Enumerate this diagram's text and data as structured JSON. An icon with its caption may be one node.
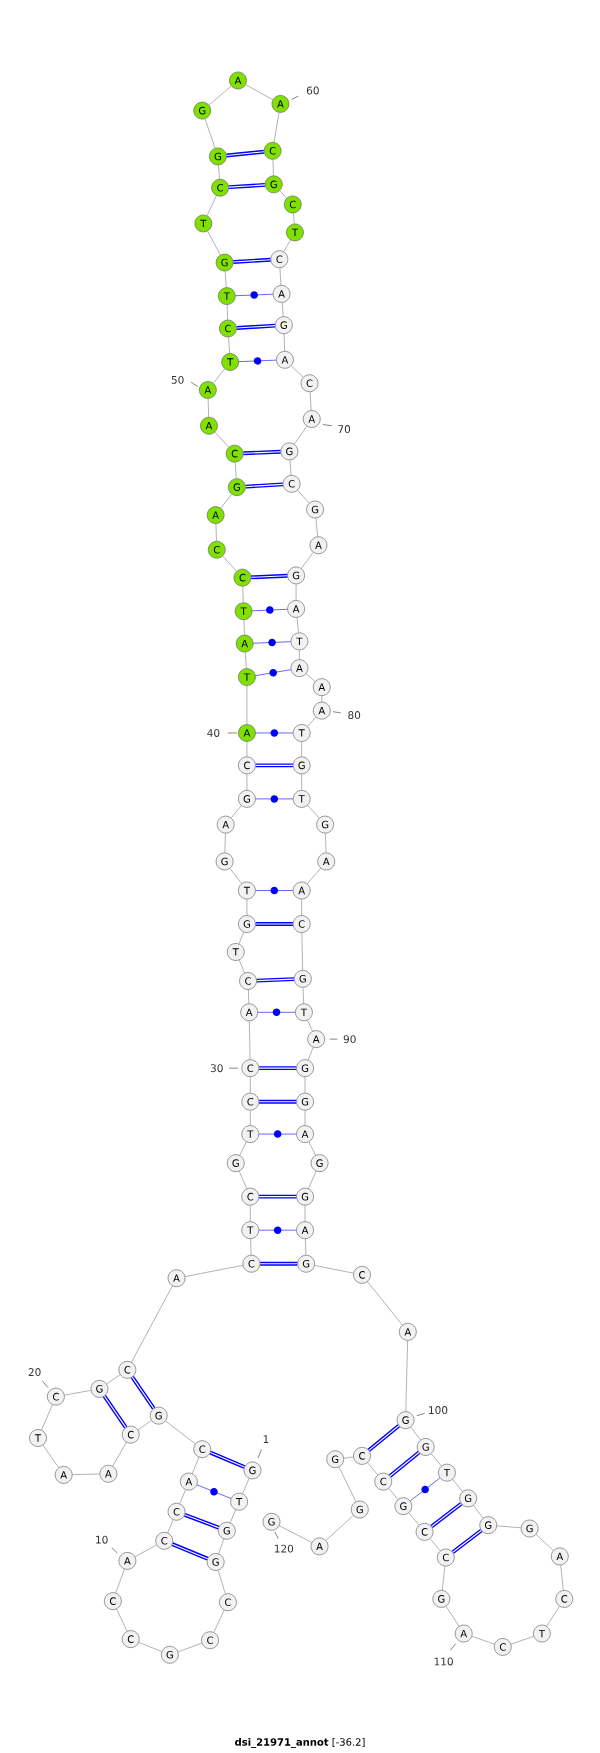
{
  "diagram": {
    "caption": "**dsi_21971_annot** [-36.2]",
    "nodes": [
      {
        "text": [
          "G"
        ],
        "beside": [
          "1"
        ]
      },
      {
        "text": [
          "T"
        ]
      },
      {
        "text": [
          "G"
        ]
      },
      {
        "text": [
          "G"
        ]
      },
      {
        "text": [
          "C"
        ]
      },
      {
        "text": [
          "C"
        ]
      },
      {
        "text": [
          "G"
        ]
      },
      {
        "text": [
          "C"
        ]
      },
      {
        "text": [
          "C"
        ]
      },
      {
        "text": [
          "A"
        ],
        "beside": [
          "10"
        ]
      },
      {
        "text": [
          "C"
        ]
      },
      {
        "text": [
          "C"
        ]
      },
      {
        "text": [
          "A"
        ]
      },
      {
        "text": [
          "C"
        ]
      },
      {
        "text": [
          "G"
        ]
      },
      {
        "text": [
          "C"
        ]
      },
      {
        "text": [
          "A"
        ]
      },
      {
        "text": [
          "A"
        ]
      },
      {
        "text": [
          "T"
        ]
      },
      {
        "text": [
          "C"
        ],
        "beside": [
          "20"
        ]
      },
      {
        "text": [
          "G"
        ]
      },
      {
        "text": [
          "C"
        ]
      },
      {
        "text": [
          "A"
        ]
      },
      {
        "text": [
          "C"
        ]
      },
      {
        "text": [
          "T"
        ]
      },
      {
        "text": [
          "C"
        ]
      },
      {
        "text": [
          "G"
        ]
      },
      {
        "text": [
          "T"
        ]
      },
      {
        "text": [
          "C"
        ]
      },
      {
        "text": [
          "C"
        ],
        "beside": [
          "30"
        ]
      },
      {
        "text": [
          "A"
        ]
      },
      {
        "text": [
          "C"
        ]
      },
      {
        "text": [
          "T"
        ]
      },
      {
        "text": [
          "G"
        ]
      },
      {
        "text": [
          "T"
        ]
      },
      {
        "text": [
          "G"
        ]
      },
      {
        "text": [
          "A"
        ]
      },
      {
        "text": [
          "G"
        ]
      },
      {
        "text": [
          "C"
        ]
      },
      {
        "text": [
          "A"
        ],
        "beside": [
          "40"
        ]
      },
      {
        "text": [
          "T"
        ]
      },
      {
        "text": [
          "A"
        ]
      },
      {
        "text": [
          "T"
        ]
      },
      {
        "text": [
          "C"
        ]
      },
      {
        "text": [
          "C"
        ]
      },
      {
        "text": [
          "A"
        ]
      },
      {
        "text": [
          "G"
        ]
      },
      {
        "text": [
          "C"
        ]
      },
      {
        "text": [
          "A"
        ]
      },
      {
        "text": [
          "A"
        ],
        "beside": [
          "50"
        ]
      },
      {
        "text": [
          "T"
        ]
      },
      {
        "text": [
          "C"
        ]
      },
      {
        "text": [
          "T"
        ]
      },
      {
        "text": [
          "G"
        ]
      },
      {
        "text": [
          "T"
        ]
      },
      {
        "text": [
          "C"
        ]
      },
      {
        "text": [
          "G"
        ]
      },
      {
        "text": [
          "G"
        ]
      },
      {
        "text": [
          "A"
        ]
      },
      {
        "text": [
          "A"
        ],
        "beside": [
          "60"
        ]
      },
      {
        "text": [
          "C"
        ]
      },
      {
        "text": [
          "G"
        ]
      },
      {
        "text": [
          "C"
        ]
      },
      {
        "text": [
          "T"
        ]
      },
      {
        "text": [
          "C"
        ]
      },
      {
        "text": [
          "A"
        ]
      },
      {
        "text": [
          "G"
        ]
      },
      {
        "text": [
          "A"
        ]
      },
      {
        "text": [
          "C"
        ]
      },
      {
        "text": [
          "A"
        ],
        "beside": [
          "70"
        ]
      },
      {
        "text": [
          "G"
        ]
      },
      {
        "text": [
          "C"
        ]
      },
      {
        "text": [
          "G"
        ]
      },
      {
        "text": [
          "A"
        ]
      },
      {
        "text": [
          "G"
        ]
      },
      {
        "text": [
          "A"
        ]
      },
      {
        "text": [
          "T"
        ]
      },
      {
        "text": [
          "A"
        ]
      },
      {
        "text": [
          "A"
        ]
      },
      {
        "text": [
          "A"
        ],
        "beside": [
          "80"
        ]
      },
      {
        "text": [
          "T"
        ]
      },
      {
        "text": [
          "G"
        ]
      },
      {
        "text": [
          "T"
        ]
      },
      {
        "text": [
          "G"
        ]
      },
      {
        "text": [
          "A"
        ]
      },
      {
        "text": [
          "A"
        ]
      },
      {
        "text": [
          "C"
        ]
      },
      {
        "text": [
          "G"
        ]
      },
      {
        "text": [
          "T"
        ]
      },
      {
        "text": [
          "A"
        ],
        "beside": [
          "90"
        ]
      },
      {
        "text": [
          "G"
        ]
      },
      {
        "text": [
          "G"
        ]
      },
      {
        "text": [
          "A"
        ]
      },
      {
        "text": [
          "G"
        ]
      },
      {
        "text": [
          "G"
        ]
      },
      {
        "text": [
          "A"
        ]
      },
      {
        "text": [
          "G"
        ]
      },
      {
        "text": [
          "C"
        ]
      },
      {
        "text": [
          "A"
        ]
      },
      {
        "text": [
          "G"
        ],
        "beside": [
          "100"
        ]
      },
      {
        "text": [
          "G"
        ]
      },
      {
        "text": [
          "T"
        ]
      },
      {
        "text": [
          "G"
        ]
      },
      {
        "text": [
          "G"
        ]
      },
      {
        "text": [
          "G"
        ]
      },
      {
        "text": [
          "A"
        ]
      },
      {
        "text": [
          "C"
        ]
      },
      {
        "text": [
          "T"
        ]
      },
      {
        "text": [
          "C"
        ]
      },
      {
        "text": [
          "A"
        ],
        "beside": [
          "110"
        ]
      },
      {
        "text": [
          "G"
        ]
      },
      {
        "text": [
          "C"
        ]
      },
      {
        "text": [
          "C"
        ]
      },
      {
        "text": [
          "G"
        ]
      },
      {
        "text": [
          "C"
        ]
      },
      {
        "text": [
          "C"
        ]
      },
      {
        "text": [
          "G"
        ]
      },
      {
        "text": [
          "G"
        ]
      },
      {
        "text": [
          "A"
        ]
      },
      {
        "text": [
          "G"
        ],
        "beside": [
          "120"
        ]
      }
    ],
    "edges": [
      {
        "from": 0,
        "to": 1,
        "arrow": "none"
      },
      {
        "from": 1,
        "to": 2,
        "arrow": "none"
      },
      {
        "from": 2,
        "to": 3,
        "arrow": "none"
      },
      {
        "from": 3,
        "to": 4,
        "arrow": "none"
      },
      {
        "from": 4,
        "to": 5,
        "arrow": "none"
      },
      {
        "from": 5,
        "to": 6,
        "arrow": "none"
      },
      {
        "from": 6,
        "to": 7,
        "arrow": "none"
      },
      {
        "from": 7,
        "to": 8,
        "arrow": "none"
      },
      {
        "from": 8,
        "to": 9,
        "arrow": "none"
      },
      {
        "from": 9,
        "to": 10,
        "arrow": "none"
      },
      {
        "from": 10,
        "to": 11,
        "arrow": "none"
      },
      {
        "from": 11,
        "to": 12,
        "arrow": "none"
      },
      {
        "from": 12,
        "to": 13,
        "arrow": "none"
      },
      {
        "from": 13,
        "to": 14,
        "arrow": "none"
      },
      {
        "from": 14,
        "to": 15,
        "arrow": "none"
      },
      {
        "from": 15,
        "to": 16,
        "arrow": "none"
      },
      {
        "from": 16,
        "to": 17,
        "arrow": "none"
      },
      {
        "from": 17,
        "to": 18,
        "arrow": "none"
      },
      {
        "from": 18,
        "to": 19,
        "arrow": "none"
      },
      {
        "from": 19,
        "to": 20,
        "arrow": "none"
      },
      {
        "from": 20,
        "to": 21,
        "arrow": "none"
      },
      {
        "from": 21,
        "to": 22,
        "arrow": "none"
      },
      {
        "from": 22,
        "to": 23,
        "arrow": "none"
      },
      {
        "from": 23,
        "to": 24,
        "arrow": "none"
      },
      {
        "from": 24,
        "to": 25,
        "arrow": "none"
      },
      {
        "from": 25,
        "to": 26,
        "arrow": "none"
      },
      {
        "from": 26,
        "to": 27,
        "arrow": "none"
      },
      {
        "from": 27,
        "to": 28,
        "arrow": "none"
      },
      {
        "from": 28,
        "to": 29,
        "arrow": "none"
      },
      {
        "from": 29,
        "to": 30,
        "arrow": "none"
      },
      {
        "from": 30,
        "to": 31,
        "arrow": "none"
      },
      {
        "from": 31,
        "to": 32,
        "arrow": "none"
      },
      {
        "from": 32,
        "to": 33,
        "arrow": "none"
      },
      {
        "from": 33,
        "to": 34,
        "arrow": "none"
      },
      {
        "from": 34,
        "to": 35,
        "arrow": "none"
      },
      {
        "from": 35,
        "to": 36,
        "arrow": "none"
      },
      {
        "from": 36,
        "to": 37,
        "arrow": "none"
      },
      {
        "from": 37,
        "to": 38,
        "arrow": "none"
      },
      {
        "from": 38,
        "to": 39,
        "arrow": "none"
      },
      {
        "from": 39,
        "to": 40,
        "arrow": "none"
      },
      {
        "from": 40,
        "to": 41,
        "arrow": "none"
      },
      {
        "from": 41,
        "to": 42,
        "arrow": "none"
      },
      {
        "from": 42,
        "to": 43,
        "arrow": "none"
      },
      {
        "from": 43,
        "to": 44,
        "arrow": "none"
      },
      {
        "from": 44,
        "to": 45,
        "arrow": "none"
      },
      {
        "from": 45,
        "to": 46,
        "arrow": "none"
      },
      {
        "from": 46,
        "to": 47,
        "arrow": "none"
      },
      {
        "from": 47,
        "to": 48,
        "arrow": "none"
      },
      {
        "from": 48,
        "to": 49,
        "arrow": "none"
      },
      {
        "from": 49,
        "to": 50,
        "arrow": "none"
      },
      {
        "from": 50,
        "to": 51,
        "arrow": "none"
      },
      {
        "from": 51,
        "to": 52,
        "arrow": "none"
      },
      {
        "from": 52,
        "to": 53,
        "arrow": "none"
      },
      {
        "from": 53,
        "to": 54,
        "arrow": "none"
      },
      {
        "from": 54,
        "to": 55,
        "arrow": "none"
      },
      {
        "from": 55,
        "to": 56,
        "arrow": "none"
      },
      {
        "from": 56,
        "to": 57,
        "arrow": "none"
      },
      {
        "from": 57,
        "to": 58,
        "arrow": "none"
      },
      {
        "from": 58,
        "to": 59,
        "arrow": "none"
      },
      {
        "from": 59,
        "to": 60,
        "arrow": "none"
      },
      {
        "from": 60,
        "to": 61,
        "arrow": "none"
      },
      {
        "from": 61,
        "to": 62,
        "arrow": "none"
      },
      {
        "from": 62,
        "to": 63,
        "arrow": "none"
      },
      {
        "from": 63,
        "to": 64,
        "arrow": "none"
      },
      {
        "from": 64,
        "to": 65,
        "arrow": "none"
      },
      {
        "from": 65,
        "to": 66,
        "arrow": "none"
      },
      {
        "from": 66,
        "to": 67,
        "arrow": "none"
      },
      {
        "from": 67,
        "to": 68,
        "arrow": "none"
      },
      {
        "from": 68,
        "to": 69,
        "arrow": "none"
      },
      {
        "from": 69,
        "to": 70,
        "arrow": "none"
      },
      {
        "from": 70,
        "to": 71,
        "arrow": "none"
      },
      {
        "from": 71,
        "to": 72,
        "arrow": "none"
      },
      {
        "from": 72,
        "to": 73,
        "arrow": "none"
      },
      {
        "from": 73,
        "to": 74,
        "arrow": "none"
      },
      {
        "from": 74,
        "to": 75,
        "arrow": "none"
      },
      {
        "from": 75,
        "to": 76,
        "arrow": "none"
      },
      {
        "from": 76,
        "to": 77,
        "arrow": "none"
      },
      {
        "from": 77,
        "to": 78,
        "arrow": "none"
      },
      {
        "from": 78,
        "to": 79,
        "arrow": "none"
      },
      {
        "from": 79,
        "to": 80,
        "arrow": "none"
      },
      {
        "from": 80,
        "to": 81,
        "arrow": "none"
      },
      {
        "from": 81,
        "to": 82,
        "arrow": "none"
      },
      {
        "from": 82,
        "to": 83,
        "arrow": "none"
      },
      {
        "from": 83,
        "to": 84,
        "arrow": "none"
      },
      {
        "from": 84,
        "to": 85,
        "arrow": "none"
      },
      {
        "from": 85,
        "to": 86,
        "arrow": "none"
      },
      {
        "from": 86,
        "to": 87,
        "arrow": "none"
      },
      {
        "from": 87,
        "to": 88,
        "arrow": "none"
      },
      {
        "from": 88,
        "to": 89,
        "arrow": "none"
      },
      {
        "from": 89,
        "to": 90,
        "arrow": "none"
      },
      {
        "from": 90,
        "to": 91,
        "arrow": "none"
      },
      {
        "from": 91,
        "to": 92,
        "arrow": "none"
      },
      {
        "from": 92,
        "to": 93,
        "arrow": "none"
      },
      {
        "from": 93,
        "to": 94,
        "arrow": "none"
      },
      {
        "from": 94,
        "to": 95,
        "arrow": "none"
      },
      {
        "from": 95,
        "to": 96,
        "arrow": "none"
      },
      {
        "from": 96,
        "to": 97,
        "arrow": "none"
      },
      {
        "from": 97,
        "to": 98,
        "arrow": "none"
      },
      {
        "from": 98,
        "to": 99,
        "arrow": "none"
      },
      {
        "from": 99,
        "to": 100,
        "arrow": "none"
      },
      {
        "from": 100,
        "to": 101,
        "arrow": "none"
      },
      {
        "from": 101,
        "to": 102,
        "arrow": "none"
      },
      {
        "from": 102,
        "to": 103,
        "arrow": "none"
      },
      {
        "from": 103,
        "to": 104,
        "arrow": "none"
      },
      {
        "from": 104,
        "to": 105,
        "arrow": "none"
      },
      {
        "from": 105,
        "to": 106,
        "arrow": "none"
      },
      {
        "from": 106,
        "to": 107,
        "arrow": "none"
      },
      {
        "from": 107,
        "to": 108,
        "arrow": "none"
      },
      {
        "from": 108,
        "to": 109,
        "arrow": "none"
      },
      {
        "from": 109,
        "to": 110,
        "arrow": "none"
      },
      {
        "from": 110,
        "to": 111,
        "arrow": "none"
      },
      {
        "from": 111,
        "to": 112,
        "arrow": "none"
      },
      {
        "from": 112,
        "to": 113,
        "arrow": "none"
      },
      {
        "from": 113,
        "to": 114,
        "arrow": "none"
      },
      {
        "from": 114,
        "to": 115,
        "arrow": "none"
      },
      {
        "from": 115,
        "to": 116,
        "arrow": "none"
      },
      {
        "from": 116,
        "to": 117,
        "arrow": "none"
      },
      {
        "from": 117,
        "to": 118,
        "arrow": "none"
      },
      {
        "from": 118,
        "to": 119,
        "arrow": "none"
      },
      {
        "from": 0,
        "to": 13,
        "arrow": "none",
        "style": "thick",
        "color": "#0000ff"
      },
      {
        "from": 1,
        "to": 12,
        "arrow": "none",
        "color": "#0000ff"
      },
      {
        "from": 2,
        "to": 11,
        "arrow": "none",
        "style": "thick",
        "color": "#0000ff"
      },
      {
        "from": 3,
        "to": 10,
        "arrow": "none",
        "style": "thick",
        "color": "#0000ff"
      },
      {
        "from": 14,
        "to": 21,
        "arrow": "none",
        "style": "thick",
        "color": "#0000ff"
      },
      {
        "from": 15,
        "to": 20,
        "arrow": "none",
        "style": "thick",
        "color": "#0000ff"
      },
      {
        "from": 23,
        "to": 96,
        "arrow": "none",
        "style": "thick",
        "color": "#0000ff"
      },
      {
        "from": 24,
        "to": 95,
        "arrow": "none",
        "color": "#0000ff"
      },
      {
        "from": 25,
        "to": 94,
        "arrow": "none",
        "style": "thick",
        "color": "#0000ff"
      },
      {
        "from": 27,
        "to": 92,
        "arrow": "none",
        "color": "#0000ff"
      },
      {
        "from": 28,
        "to": 91,
        "arrow": "none",
        "style": "thick",
        "color": "#0000ff"
      },
      {
        "from": 29,
        "to": 90,
        "arrow": "none",
        "style": "thick",
        "color": "#0000ff"
      },
      {
        "from": 30,
        "to": 88,
        "arrow": "none",
        "color": "#0000ff"
      },
      {
        "from": 31,
        "to": 87,
        "arrow": "none",
        "style": "thick",
        "color": "#0000ff"
      },
      {
        "from": 33,
        "to": 86,
        "arrow": "none",
        "style": "thick",
        "color": "#0000ff"
      },
      {
        "from": 34,
        "to": 85,
        "arrow": "none",
        "color": "#0000ff"
      },
      {
        "from": 37,
        "to": 82,
        "arrow": "none",
        "color": "#0000ff"
      },
      {
        "from": 38,
        "to": 81,
        "arrow": "none",
        "style": "thick",
        "color": "#0000ff"
      },
      {
        "from": 39,
        "to": 80,
        "arrow": "none",
        "color": "#0000ff"
      },
      {
        "from": 40,
        "to": 77,
        "arrow": "none",
        "color": "#0000ff"
      },
      {
        "from": 41,
        "to": 76,
        "arrow": "none",
        "color": "#0000ff"
      },
      {
        "from": 42,
        "to": 75,
        "arrow": "none",
        "color": "#0000ff"
      },
      {
        "from": 43,
        "to": 74,
        "arrow": "none",
        "style": "thick",
        "color": "#0000ff"
      },
      {
        "from": 46,
        "to": 71,
        "arrow": "none",
        "style": "thick",
        "color": "#0000ff"
      },
      {
        "from": 47,
        "to": 70,
        "arrow": "none",
        "style": "thick",
        "color": "#0000ff"
      },
      {
        "from": 50,
        "to": 67,
        "arrow": "none",
        "color": "#0000ff"
      },
      {
        "from": 51,
        "to": 66,
        "arrow": "none",
        "style": "thick",
        "color": "#0000ff"
      },
      {
        "from": 52,
        "to": 65,
        "arrow": "none",
        "color": "#0000ff"
      },
      {
        "from": 53,
        "to": 64,
        "arrow": "none",
        "style": "thick",
        "color": "#0000ff"
      },
      {
        "from": 55,
        "to": 61,
        "arrow": "none",
        "style": "thick",
        "color": "#0000ff"
      },
      {
        "from": 56,
        "to": 60,
        "arrow": "none",
        "style": "thick",
        "color": "#0000ff"
      },
      {
        "from": 99,
        "to": 115,
        "arrow": "none",
        "style": "thick",
        "color": "#0000ff"
      },
      {
        "from": 100,
        "to": 114,
        "arrow": "none",
        "style": "thick",
        "color": "#0000ff"
      },
      {
        "from": 101,
        "to": 113,
        "arrow": "none",
        "color": "#0000ff"
      },
      {
        "from": 102,
        "to": 112,
        "arrow": "none",
        "style": "thick",
        "color": "#0000ff"
      },
      {
        "from": 103,
        "to": 111,
        "arrow": "none",
        "style": "thick",
        "color": "#0000ff"
      }
    ]
  }
}
